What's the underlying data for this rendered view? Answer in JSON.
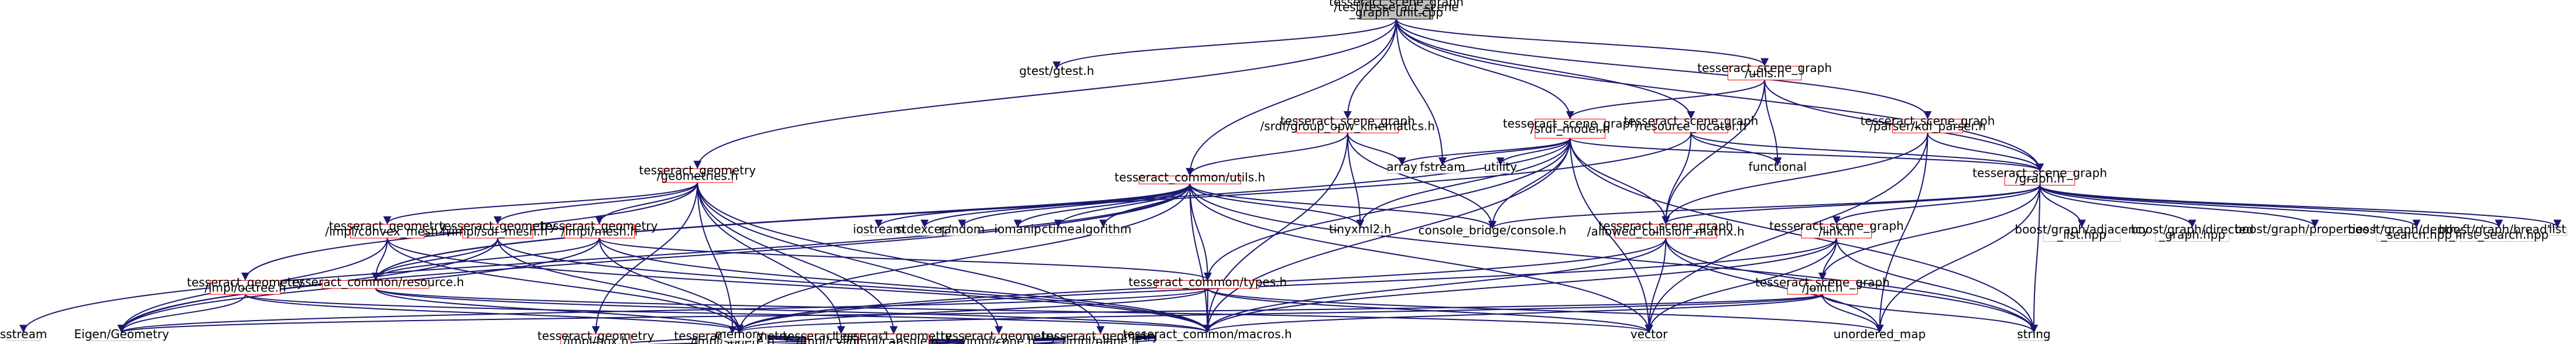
{
  "colors": {
    "edge": "#191970",
    "node_border_default": "#bfbfbf",
    "node_border_missing": "#ff0000",
    "node_border_file": "#000000",
    "node_fill_root": "#bfbfbf",
    "node_fill": "#ffffff"
  },
  "nodes": [
    {
      "id": "root",
      "kind": "root",
      "lines": [
        "tesseract_scene_graph",
        "/test/tesseract_scene",
        "_graph_unit.cpp"
      ]
    },
    {
      "id": "gtest",
      "kind": "plain",
      "lines": [
        "gtest/gtest.h"
      ]
    },
    {
      "id": "utils_h",
      "kind": "file",
      "lines": [
        "tesseract_scene_graph",
        "/utils.h"
      ]
    },
    {
      "id": "srdf_group",
      "kind": "file",
      "lines": [
        "tesseract_scene_graph",
        "/srdf/group_opw_kinematics.h"
      ]
    },
    {
      "id": "srdf_model",
      "kind": "file",
      "lines": [
        "tesseract_scene_graph",
        "/srdf_model.h"
      ]
    },
    {
      "id": "resource_locator",
      "kind": "file",
      "lines": [
        "tesseract_scene_graph",
        "/resource_locator.h"
      ]
    },
    {
      "id": "kdl_parser",
      "kind": "file",
      "lines": [
        "tesseract_scene_graph",
        "/parser/kdl_parser.h"
      ]
    },
    {
      "id": "geometries",
      "kind": "file",
      "lines": [
        "tesseract_geometry",
        "/geometries.h"
      ]
    },
    {
      "id": "common_utils",
      "kind": "file",
      "lines": [
        "tesseract_common/utils.h"
      ]
    },
    {
      "id": "graph",
      "kind": "file",
      "lines": [
        "tesseract_scene_graph",
        "/graph.h"
      ]
    },
    {
      "id": "iostream",
      "kind": "plain",
      "lines": [
        "iostream"
      ]
    },
    {
      "id": "stdexcept",
      "kind": "plain",
      "lines": [
        "stdexcept"
      ]
    },
    {
      "id": "random",
      "kind": "plain",
      "lines": [
        "random"
      ]
    },
    {
      "id": "iomanip",
      "kind": "plain",
      "lines": [
        "iomanip"
      ]
    },
    {
      "id": "ctime",
      "kind": "plain",
      "lines": [
        "ctime"
      ]
    },
    {
      "id": "algorithm",
      "kind": "plain",
      "lines": [
        "algorithm"
      ]
    },
    {
      "id": "tinyxml2",
      "kind": "plain",
      "lines": [
        "tinyxml2.h"
      ]
    },
    {
      "id": "array",
      "kind": "plain",
      "lines": [
        "array"
      ]
    },
    {
      "id": "fstream",
      "kind": "plain",
      "lines": [
        "fstream"
      ]
    },
    {
      "id": "utility",
      "kind": "plain",
      "lines": [
        "utility"
      ]
    },
    {
      "id": "console",
      "kind": "plain",
      "lines": [
        "console_bridge/console.h"
      ]
    },
    {
      "id": "functional",
      "kind": "plain",
      "lines": [
        "functional"
      ]
    },
    {
      "id": "convex_mesh",
      "kind": "file",
      "lines": [
        "tesseract_geometry",
        "/impl/convex_mesh.h"
      ]
    },
    {
      "id": "sdf_mesh",
      "kind": "file",
      "lines": [
        "tesseract_geometry",
        "/impl/sdf_mesh.h"
      ]
    },
    {
      "id": "mesh",
      "kind": "file",
      "lines": [
        "tesseract_geometry",
        "/impl/mesh.h"
      ]
    },
    {
      "id": "octree",
      "kind": "file",
      "lines": [
        "tesseract_geometry",
        "/impl/octree.h"
      ]
    },
    {
      "id": "resource",
      "kind": "file",
      "lines": [
        "tesseract_common/resource.h"
      ]
    },
    {
      "id": "box",
      "kind": "file",
      "lines": [
        "tesseract_geometry",
        "/impl/box.h"
      ]
    },
    {
      "id": "sphere",
      "kind": "file",
      "lines": [
        "tesseract_geometry",
        "/impl/sphere.h"
      ]
    },
    {
      "id": "cylinder",
      "kind": "file",
      "lines": [
        "tesseract_geometry",
        "/impl/cylinder.h"
      ]
    },
    {
      "id": "capsule",
      "kind": "file",
      "lines": [
        "tesseract_geometry",
        "/impl/capsule.h"
      ]
    },
    {
      "id": "cone",
      "kind": "file",
      "lines": [
        "tesseract_geometry",
        "/impl/cone.h"
      ]
    },
    {
      "id": "plane",
      "kind": "file",
      "lines": [
        "tesseract_geometry",
        "/impl/plane.h"
      ]
    },
    {
      "id": "types",
      "kind": "file",
      "lines": [
        "tesseract_common/types.h"
      ]
    },
    {
      "id": "allowed",
      "kind": "file",
      "lines": [
        "tesseract_scene_graph",
        "/allowed_collision_matrix.h"
      ]
    },
    {
      "id": "link",
      "kind": "file",
      "lines": [
        "tesseract_scene_graph",
        "/link.h"
      ]
    },
    {
      "id": "joint",
      "kind": "file",
      "lines": [
        "tesseract_scene_graph",
        "/joint.h"
      ]
    },
    {
      "id": "adjacency",
      "kind": "plain",
      "lines": [
        "boost/graph/adjacency",
        "_list.hpp"
      ]
    },
    {
      "id": "directed",
      "kind": "plain",
      "lines": [
        "boost/graph/directed",
        "_graph.hpp"
      ]
    },
    {
      "id": "properties",
      "kind": "plain",
      "lines": [
        "boost/graph/properties.hpp"
      ]
    },
    {
      "id": "dfs",
      "kind": "plain",
      "lines": [
        "boost/graph/depth_first",
        "_search.hpp"
      ]
    },
    {
      "id": "bfs",
      "kind": "plain",
      "lines": [
        "boost/graph/breadth",
        "_first_search.hpp"
      ]
    },
    {
      "id": "list",
      "kind": "plain",
      "lines": [
        "list"
      ]
    },
    {
      "id": "sstream",
      "kind": "plain",
      "lines": [
        "sstream"
      ]
    },
    {
      "id": "eigen",
      "kind": "plain",
      "lines": [
        "Eigen/Geometry"
      ]
    },
    {
      "id": "memory",
      "kind": "plain",
      "lines": [
        "memory"
      ]
    },
    {
      "id": "macros",
      "kind": "plain",
      "lines": [
        "tesseract_common/macros.h"
      ]
    },
    {
      "id": "vector",
      "kind": "plain",
      "lines": [
        "vector"
      ]
    },
    {
      "id": "unordered_map",
      "kind": "plain",
      "lines": [
        "unordered_map"
      ]
    },
    {
      "id": "string",
      "kind": "plain",
      "lines": [
        "string"
      ]
    }
  ],
  "edges": [
    [
      "root",
      "gtest"
    ],
    [
      "root",
      "utils_h"
    ],
    [
      "root",
      "srdf_group"
    ],
    [
      "root",
      "srdf_model"
    ],
    [
      "root",
      "resource_locator"
    ],
    [
      "root",
      "kdl_parser"
    ],
    [
      "root",
      "geometries"
    ],
    [
      "root",
      "common_utils"
    ],
    [
      "root",
      "graph"
    ],
    [
      "root",
      "fstream"
    ],
    [
      "utils_h",
      "graph"
    ],
    [
      "utils_h",
      "srdf_model"
    ],
    [
      "utils_h",
      "functional"
    ],
    [
      "utils_h",
      "allowed"
    ],
    [
      "srdf_group",
      "common_utils"
    ],
    [
      "srdf_group",
      "array"
    ],
    [
      "srdf_group",
      "tinyxml2"
    ],
    [
      "srdf_group",
      "console"
    ],
    [
      "srdf_group",
      "macros"
    ],
    [
      "srdf_model",
      "graph"
    ],
    [
      "srdf_model",
      "allowed"
    ],
    [
      "srdf_model",
      "array"
    ],
    [
      "srdf_model",
      "fstream"
    ],
    [
      "srdf_model",
      "utility"
    ],
    [
      "srdf_model",
      "tinyxml2"
    ],
    [
      "srdf_model",
      "console"
    ],
    [
      "srdf_model",
      "types"
    ],
    [
      "srdf_model",
      "macros"
    ],
    [
      "srdf_model",
      "string"
    ],
    [
      "srdf_model",
      "vector"
    ],
    [
      "srdf_model",
      "resource"
    ],
    [
      "resource_locator",
      "resource"
    ],
    [
      "resource_locator",
      "functional"
    ],
    [
      "resource_locator",
      "graph"
    ],
    [
      "resource_locator",
      "allowed"
    ],
    [
      "kdl_parser",
      "graph"
    ],
    [
      "kdl_parser",
      "allowed"
    ],
    [
      "kdl_parser",
      "vector"
    ],
    [
      "kdl_parser",
      "unordered_map"
    ],
    [
      "geometries",
      "convex_mesh"
    ],
    [
      "geometries",
      "sdf_mesh"
    ],
    [
      "geometries",
      "mesh"
    ],
    [
      "geometries",
      "octree"
    ],
    [
      "geometries",
      "box"
    ],
    [
      "geometries",
      "sphere"
    ],
    [
      "geometries",
      "cylinder"
    ],
    [
      "geometries",
      "capsule"
    ],
    [
      "geometries",
      "cone"
    ],
    [
      "geometries",
      "plane"
    ],
    [
      "common_utils",
      "iostream"
    ],
    [
      "common_utils",
      "stdexcept"
    ],
    [
      "common_utils",
      "random"
    ],
    [
      "common_utils",
      "iomanip"
    ],
    [
      "common_utils",
      "ctime"
    ],
    [
      "common_utils",
      "algorithm"
    ],
    [
      "common_utils",
      "tinyxml2"
    ],
    [
      "common_utils",
      "console"
    ],
    [
      "common_utils",
      "types"
    ],
    [
      "common_utils",
      "macros"
    ],
    [
      "common_utils",
      "sstream"
    ],
    [
      "common_utils",
      "eigen"
    ],
    [
      "common_utils",
      "memory"
    ],
    [
      "common_utils",
      "vector"
    ],
    [
      "common_utils",
      "string"
    ],
    [
      "graph",
      "adjacency"
    ],
    [
      "graph",
      "directed"
    ],
    [
      "graph",
      "properties"
    ],
    [
      "graph",
      "dfs"
    ],
    [
      "graph",
      "bfs"
    ],
    [
      "graph",
      "list"
    ],
    [
      "graph",
      "link"
    ],
    [
      "graph",
      "joint"
    ],
    [
      "graph",
      "allowed"
    ],
    [
      "graph",
      "console"
    ],
    [
      "graph",
      "string"
    ],
    [
      "graph",
      "unordered_map"
    ],
    [
      "convex_mesh",
      "mesh"
    ],
    [
      "convex_mesh",
      "resource"
    ],
    [
      "convex_mesh",
      "memory"
    ],
    [
      "convex_mesh",
      "eigen"
    ],
    [
      "convex_mesh",
      "macros"
    ],
    [
      "sdf_mesh",
      "resource"
    ],
    [
      "sdf_mesh",
      "eigen"
    ],
    [
      "sdf_mesh",
      "memory"
    ],
    [
      "sdf_mesh",
      "macros"
    ],
    [
      "mesh",
      "resource"
    ],
    [
      "mesh",
      "types"
    ],
    [
      "mesh",
      "eigen"
    ],
    [
      "mesh",
      "memory"
    ],
    [
      "mesh",
      "macros"
    ],
    [
      "octree",
      "eigen"
    ],
    [
      "octree",
      "memory"
    ],
    [
      "octree",
      "macros"
    ],
    [
      "resource",
      "memory"
    ],
    [
      "resource",
      "macros"
    ],
    [
      "resource",
      "vector"
    ],
    [
      "box",
      "memory"
    ],
    [
      "box",
      "macros"
    ],
    [
      "sphere",
      "memory"
    ],
    [
      "sphere",
      "macros"
    ],
    [
      "cylinder",
      "memory"
    ],
    [
      "cylinder",
      "macros"
    ],
    [
      "capsule",
      "memory"
    ],
    [
      "capsule",
      "macros"
    ],
    [
      "cone",
      "memory"
    ],
    [
      "cone",
      "macros"
    ],
    [
      "plane",
      "memory"
    ],
    [
      "plane",
      "macros"
    ],
    [
      "types",
      "memory"
    ],
    [
      "types",
      "macros"
    ],
    [
      "types",
      "vector"
    ],
    [
      "types",
      "eigen"
    ],
    [
      "types",
      "unordered_map"
    ],
    [
      "allowed",
      "memory"
    ],
    [
      "allowed",
      "macros"
    ],
    [
      "allowed",
      "vector"
    ],
    [
      "allowed",
      "unordered_map"
    ],
    [
      "allowed",
      "string"
    ],
    [
      "link",
      "joint"
    ],
    [
      "link",
      "memory"
    ],
    [
      "link",
      "macros"
    ],
    [
      "link",
      "vector"
    ],
    [
      "link",
      "string"
    ],
    [
      "joint",
      "memory"
    ],
    [
      "joint",
      "macros"
    ],
    [
      "joint",
      "string"
    ],
    [
      "joint",
      "unordered_map"
    ],
    [
      "joint",
      "eigen"
    ]
  ]
}
